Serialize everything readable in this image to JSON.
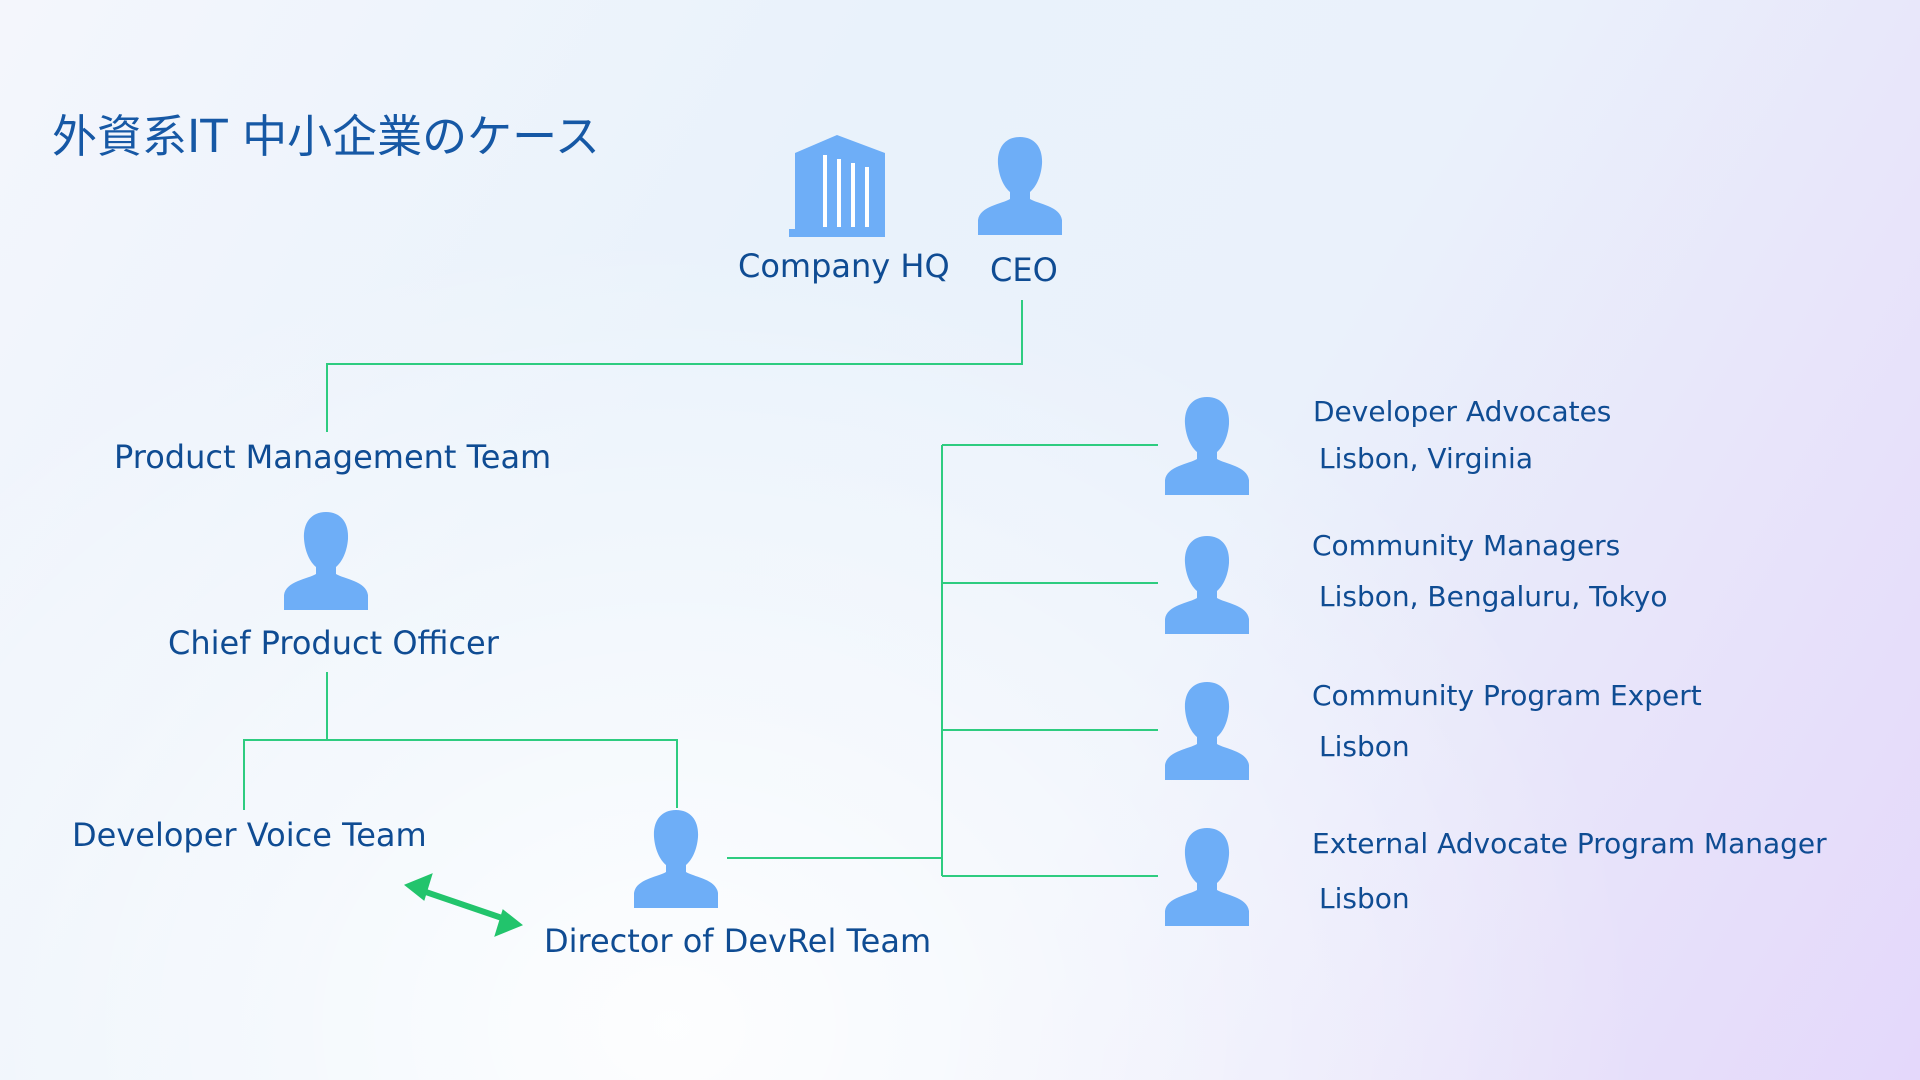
{
  "title": "外資系IT 中小企業のケース",
  "nodes": {
    "company_hq": "Company HQ",
    "ceo": "CEO",
    "product_management_team": "Product Management Team",
    "chief_product_officer": "Chief Product Officer",
    "developer_voice_team": "Developer Voice Team",
    "director_devrel_team": "Director of DevRel Team"
  },
  "devrel_members": [
    {
      "role": "Developer Advocates",
      "location": "Lisbon, Virginia"
    },
    {
      "role": "Community Managers",
      "location": "Lisbon, Bengaluru, Tokyo"
    },
    {
      "role": "Community Program Expert",
      "location": "Lisbon"
    },
    {
      "role": "External Advocate Program Manager",
      "location": "Lisbon"
    }
  ],
  "colors": {
    "connector": "#2ecc80",
    "icon": "#6eaef7",
    "text": "#0f4c93",
    "arrow": "#22c46c"
  },
  "icons": {
    "company_hq": "building-icon",
    "person": "person-icon",
    "relation": "double-arrow-icon"
  }
}
